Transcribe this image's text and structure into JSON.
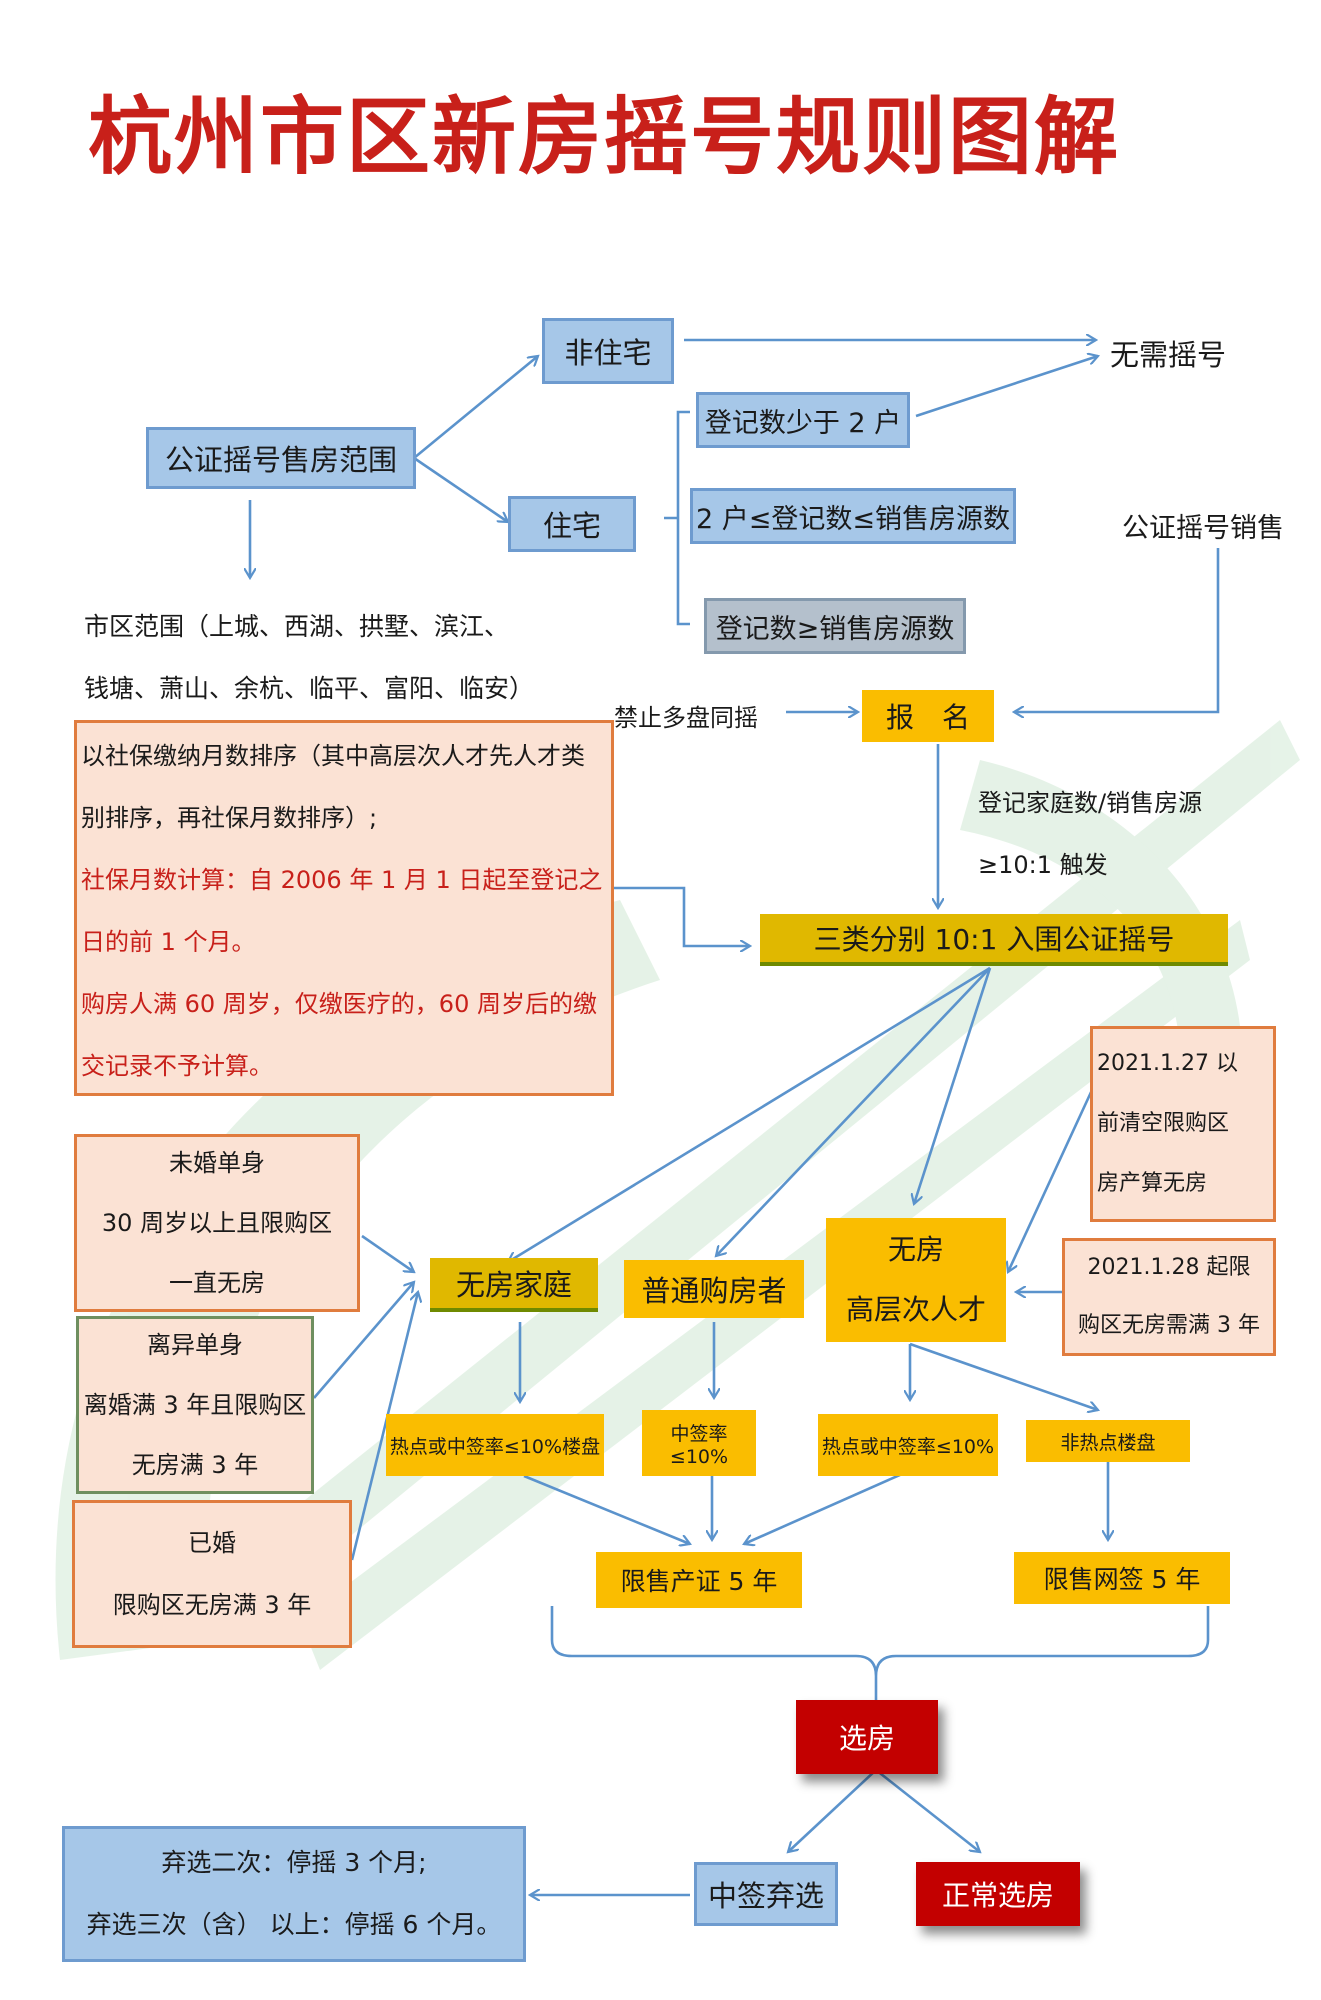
{
  "title": "杭州市区新房摇号规则图解",
  "scope": {
    "label": "公证摇号售房范围",
    "non_residential": "非住宅",
    "residential": "住宅",
    "no_lottery": "无需摇号",
    "district_lines": [
      "市区范围（上城、西湖、拱墅、滨江、",
      "钱塘、萧山、余杭、临平、富阳、临安）"
    ]
  },
  "registration": {
    "fewer_than_2": "登记数少于 2 户",
    "between": "2 户≤登记数≤销售房源数",
    "greater_equal": "登记数≥销售房源数",
    "notary_sale": "公证摇号销售",
    "no_multi": "禁止多盘同摇",
    "signup": "报　名",
    "trigger_lines": [
      "登记家庭数/销售房源",
      "≥10:1 触发"
    ],
    "three_categories": "三类分别 10:1 入围公证摇号"
  },
  "sorting_rules": {
    "lines_black": [
      "以社保缴纳月数排序（其中高层次人才先人才类",
      "别排序，再社保月数排序）;"
    ],
    "lines_red": [
      "社保月数计算：自 2006 年 1 月 1 日起至登记之",
      "日的前 1 个月。",
      "购房人满 60 周岁，仅缴医疗的，60 周岁后的缴",
      "交记录不予计算。"
    ]
  },
  "conditions": {
    "unmarried": [
      "未婚单身",
      "30 周岁以上且限购区",
      "一直无房"
    ],
    "divorced": [
      "离异单身",
      "离婚满 3 年且限购区",
      "无房满 3 年"
    ],
    "married": [
      "已婚",
      "限购区无房满 3 年"
    ],
    "before_date": [
      "2021.1.27  以",
      "前清空限购区",
      "房产算无房"
    ],
    "after_date": [
      "2021.1.28  起限",
      "购区无房需满 3 年"
    ]
  },
  "categories": {
    "no_house_family": "无房家庭",
    "ordinary_buyer": "普通购房者",
    "talent": [
      "无房",
      "高层次人才"
    ]
  },
  "rates": {
    "hot_family": "热点或中签率≤10%楼盘",
    "ordinary": "中签率≤10%",
    "hot_talent": "热点或中签率≤10%",
    "non_hot": "非热点楼盘"
  },
  "restrictions": {
    "cert_5y": "限售产证 5 年",
    "contract_5y": "限售网签 5 年"
  },
  "selection": {
    "choose": "选房",
    "abandon": "中签弃选",
    "normal": "正常选房",
    "penalty": [
      "弃选二次：停摇 3 个月;",
      "弃选三次（含）  以上：停摇 6 个月。"
    ]
  },
  "colors": {
    "title_red": "#c8201a",
    "arrow_blue": "#5b93cc",
    "box_blue": "#a6c7e8",
    "box_orange": "#fabd00",
    "box_red": "#c30000",
    "box_pink": "#fbe2d4",
    "watermark_green": "#2f9e3f"
  }
}
